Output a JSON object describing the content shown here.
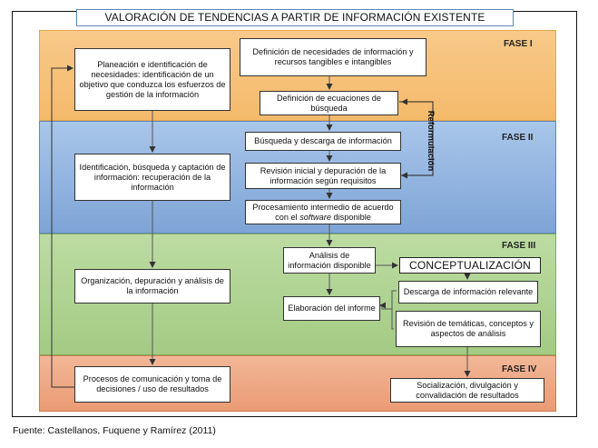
{
  "title": "VALORACIÓN DE TENDENCIAS A PARTIR DE INFORMACIÓN EXISTENTE",
  "phases": [
    "FASE I",
    "FASE II",
    "FASE III",
    "FASE IV"
  ],
  "left_column": {
    "planeacion": "Planeación e identificación de necesidades: identificación de un objetivo que conduzca los esfuerzos de gestión de la información",
    "identificacion": "Identificación, búsqueda y captación de información: recuperación de la información",
    "organizacion": "Organización, depuración y análisis de la información",
    "procesos": "Procesos de comunicación y toma de decisiones / uso de resultados"
  },
  "center_column": {
    "definicion_necesidades": "Definición de necesidades de información y recursos tangibles e intangibles",
    "definicion_ecuaciones": "Definición de ecuaciones de búsqueda",
    "busqueda_descarga": "Búsqueda y descarga de información",
    "revision_inicial": "Revisión inicial y depuración de la información según requisitos",
    "procesamiento_pre": "Procesamiento intermedio de acuerdo con el ",
    "procesamiento_em": "software",
    "procesamiento_post": " disponible",
    "analisis": "Análisis de información disponible",
    "elaboracion": "Elaboración del informe"
  },
  "right_column": {
    "conceptualizacion": "CONCEPTUALIZACIÓN",
    "descarga_relevante": "Descarga de información relevante",
    "revision_tematicas": "Revisión de temáticas, conceptos y aspectos de análisis",
    "socializacion": "Socialización, divulgación y convalidación de resultados"
  },
  "reformulacion": "Reformulación",
  "caption": "Fuente: Castellanos, Fuquene y Ramírez (2011)"
}
